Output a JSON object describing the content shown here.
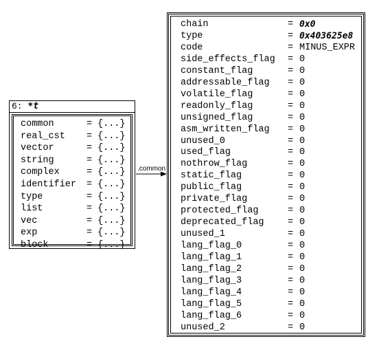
{
  "left_node": {
    "title_prefix": "6: ",
    "title_ptr": "*t",
    "fields": [
      {
        "name": "common",
        "value": "{...}"
      },
      {
        "name": "real_cst",
        "value": "{...}"
      },
      {
        "name": "vector",
        "value": "{...}"
      },
      {
        "name": "string",
        "value": "{...}"
      },
      {
        "name": "complex",
        "value": "{...}"
      },
      {
        "name": "identifier",
        "value": "{...}"
      },
      {
        "name": "type",
        "value": "{...}"
      },
      {
        "name": "list",
        "value": "{...}"
      },
      {
        "name": "vec",
        "value": "{...}"
      },
      {
        "name": "exp",
        "value": "{...}"
      },
      {
        "name": "block",
        "value": "{...}"
      }
    ]
  },
  "edge": {
    "label": ".common"
  },
  "right_node": {
    "fields": [
      {
        "name": "chain",
        "value": "0x0",
        "strong": true
      },
      {
        "name": "type",
        "value": "0x403625e8",
        "strong": true
      },
      {
        "name": "code",
        "value": "MINUS_EXPR"
      },
      {
        "name": "side_effects_flag",
        "value": "0"
      },
      {
        "name": "constant_flag",
        "value": "0"
      },
      {
        "name": "addressable_flag",
        "value": "0"
      },
      {
        "name": "volatile_flag",
        "value": "0"
      },
      {
        "name": "readonly_flag",
        "value": "0"
      },
      {
        "name": "unsigned_flag",
        "value": "0"
      },
      {
        "name": "asm_written_flag",
        "value": "0"
      },
      {
        "name": "unused_0",
        "value": "0"
      },
      {
        "name": "used_flag",
        "value": "0"
      },
      {
        "name": "nothrow_flag",
        "value": "0"
      },
      {
        "name": "static_flag",
        "value": "0"
      },
      {
        "name": "public_flag",
        "value": "0"
      },
      {
        "name": "private_flag",
        "value": "0"
      },
      {
        "name": "protected_flag",
        "value": "0"
      },
      {
        "name": "deprecated_flag",
        "value": "0"
      },
      {
        "name": "unused_1",
        "value": "0"
      },
      {
        "name": "lang_flag_0",
        "value": "0"
      },
      {
        "name": "lang_flag_1",
        "value": "0"
      },
      {
        "name": "lang_flag_2",
        "value": "0"
      },
      {
        "name": "lang_flag_3",
        "value": "0"
      },
      {
        "name": "lang_flag_4",
        "value": "0"
      },
      {
        "name": "lang_flag_5",
        "value": "0"
      },
      {
        "name": "lang_flag_6",
        "value": "0"
      },
      {
        "name": "unused_2",
        "value": "0"
      }
    ]
  },
  "separator": "="
}
